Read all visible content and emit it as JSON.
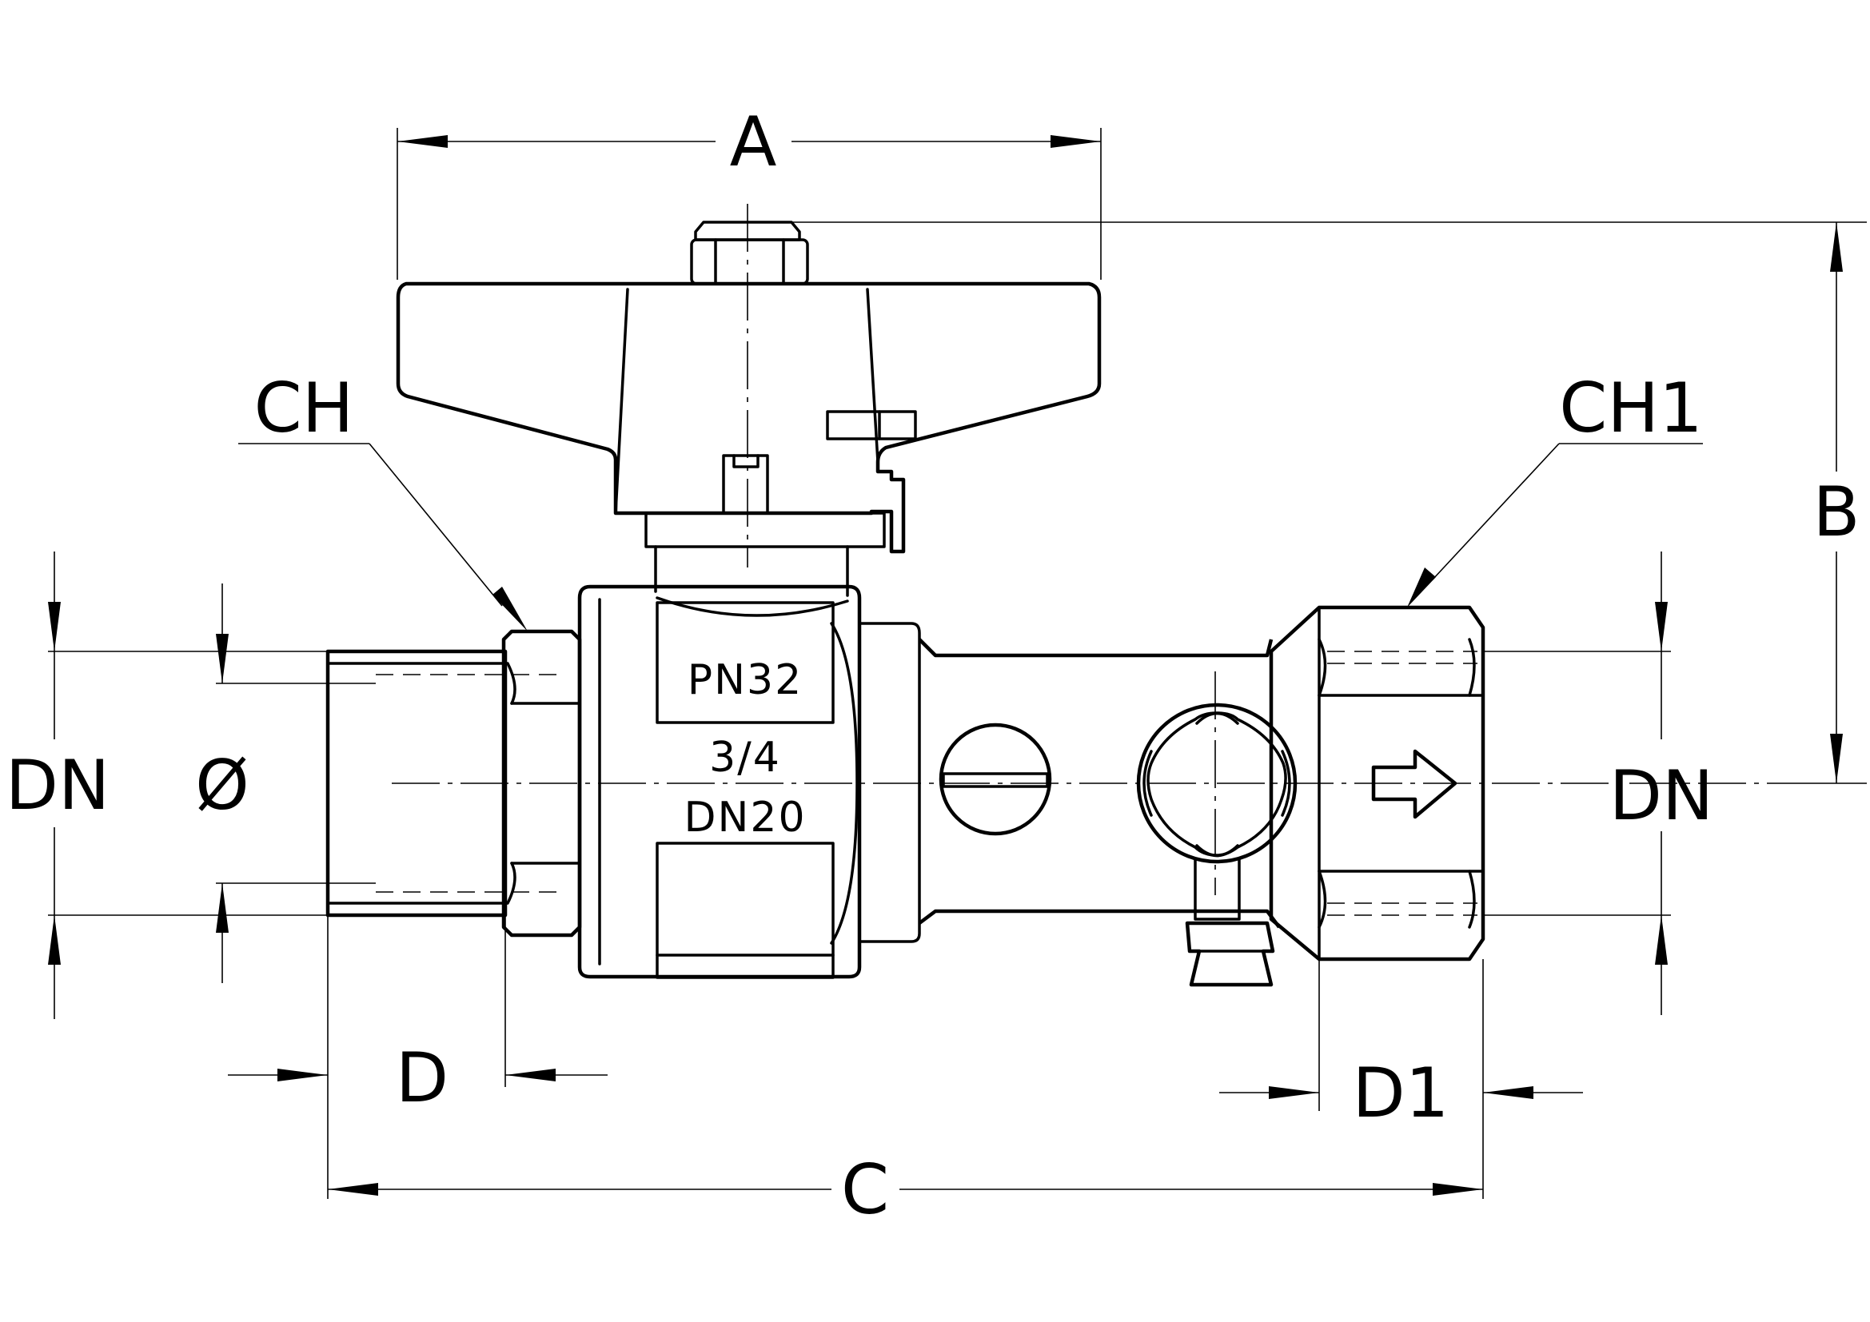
{
  "dimensions": {
    "A": "A",
    "B": "B",
    "C": "C",
    "D": "D",
    "D1": "D1",
    "CH": "CH",
    "CH1": "CH1",
    "DN_left": "DN",
    "DN_right": "DN",
    "diameter": "Ø"
  },
  "body_markings": {
    "pressure": "PN32",
    "size_inch": "3/4",
    "size_dn": "DN20"
  }
}
